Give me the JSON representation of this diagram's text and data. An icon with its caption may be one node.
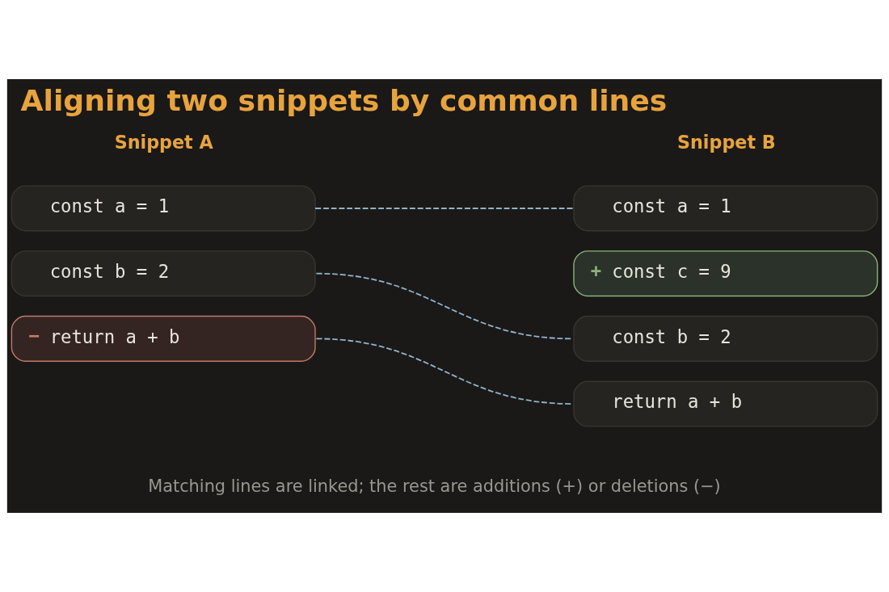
{
  "diagram": {
    "title": "Aligning two snippets by common lines",
    "nodes": [
      {
        "text": [
          "const a = 1"
        ]
      },
      {
        "text": [
          "const b = 2"
        ]
      },
      {
        "text": [
          "−",
          "return a + b"
        ]
      },
      {
        "text": [
          "const a = 1"
        ]
      },
      {
        "text": [
          "+",
          "const c = 9"
        ]
      },
      {
        "text": [
          "const b = 2"
        ]
      },
      {
        "text": [
          "return a + b"
        ]
      }
    ],
    "edges": [
      {
        "from": 0,
        "to": 3,
        "arrow": "none",
        "style": "dashed"
      },
      {
        "from": 1,
        "to": 5,
        "arrow": "none",
        "style": "dashed"
      },
      {
        "from": 2,
        "to": 6,
        "arrow": "none",
        "style": "dashed"
      }
    ],
    "labels": [
      "Snippet A",
      "Snippet B",
      "Matching lines are linked; the rest are additions (+) or deletions (−)"
    ]
  }
}
